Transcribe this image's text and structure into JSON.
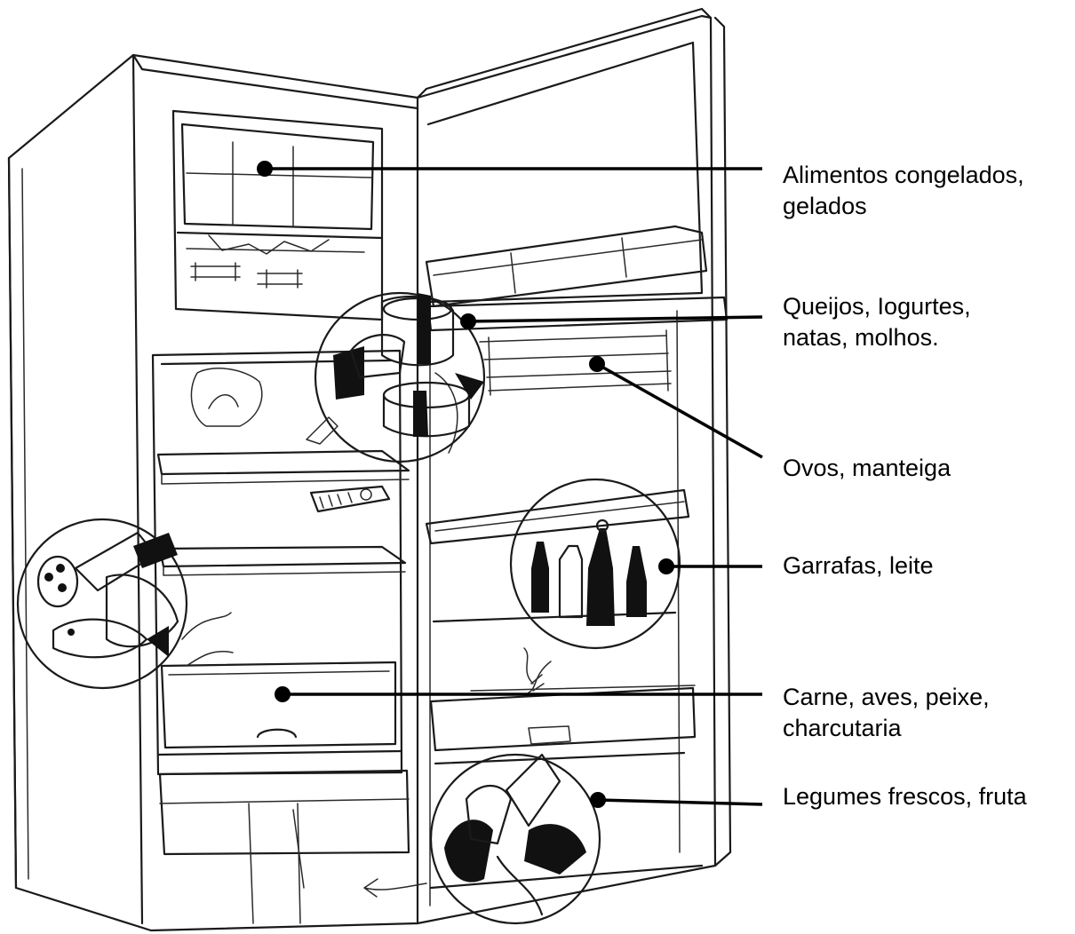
{
  "labels": {
    "frozen": [
      "Alimentos congelados,",
      "gelados"
    ],
    "dairy": [
      "Queijos, Iogurtes,",
      "natas, molhos."
    ],
    "eggs": [
      "Ovos, manteiga"
    ],
    "bottles": [
      "Garrafas, leite"
    ],
    "meat": [
      "Carne, aves, peixe,",
      "charcutaria"
    ],
    "vegetables": [
      "Legumes frescos, fruta"
    ]
  },
  "colors": {
    "ink": "#1a1a1a",
    "background": "#ffffff"
  }
}
